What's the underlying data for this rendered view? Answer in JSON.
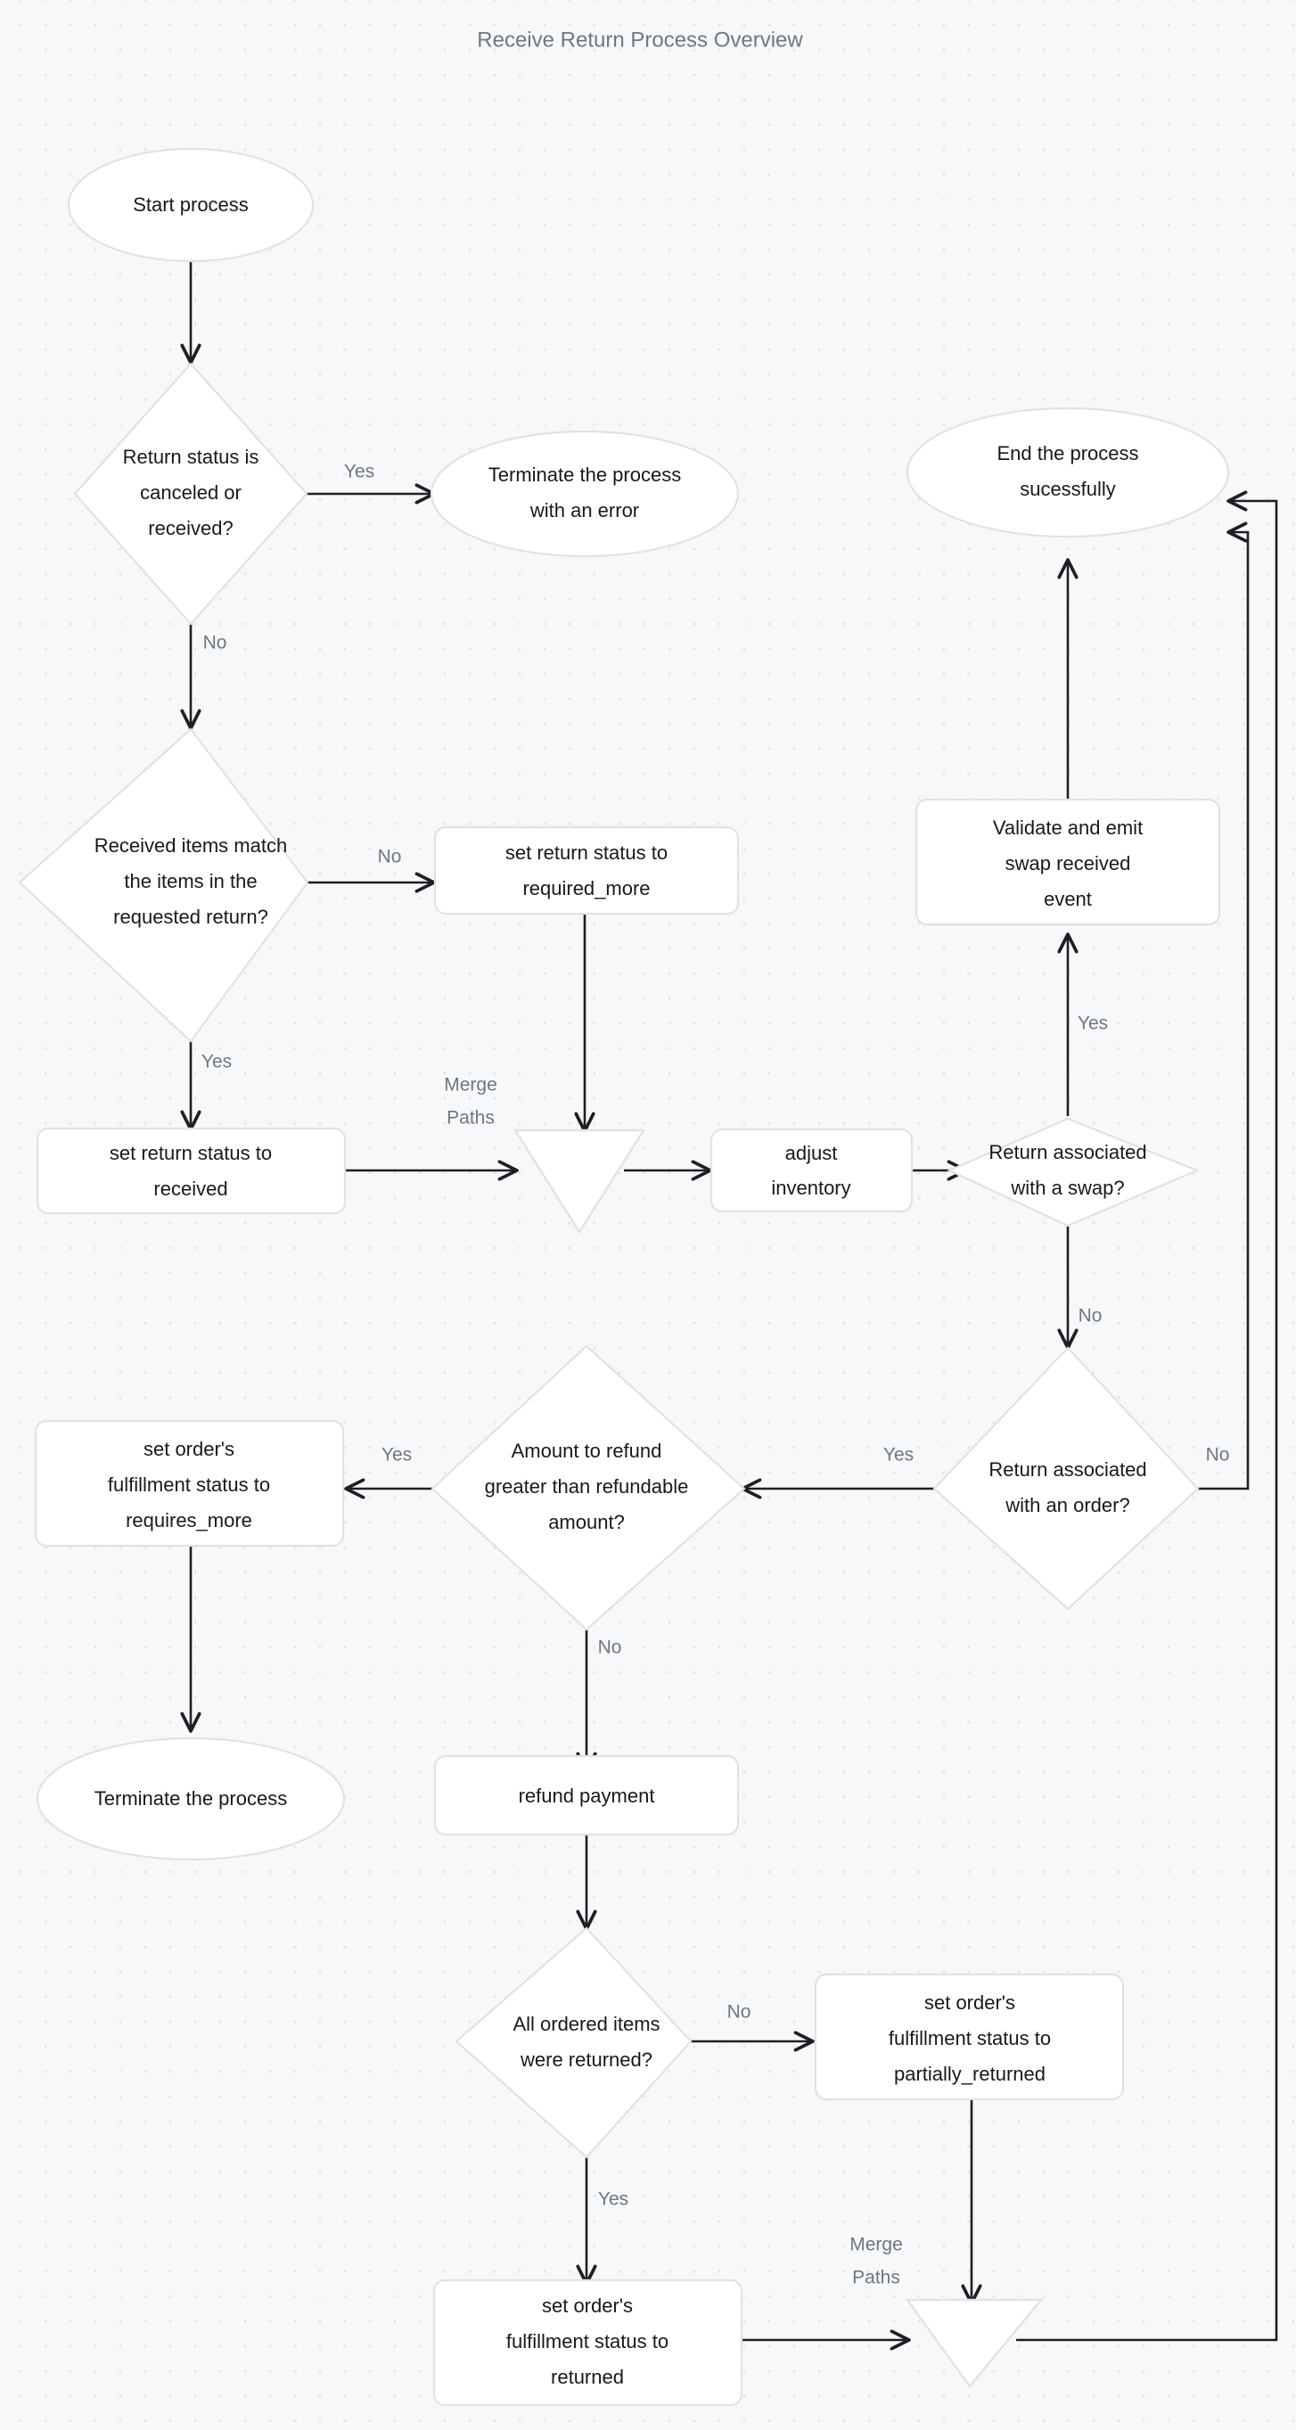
{
  "title": "Receive Return Process Overview",
  "colors": {
    "background": "#f6f8f9",
    "grid_dot": "#e3e6ea",
    "node_fill": "#ffffff",
    "node_border": "#e0e2e6",
    "node_text": "#17191c",
    "edge": "#1c1f23",
    "edge_label": "#6f7782",
    "title": "#6f7782"
  },
  "chart_data": {
    "type": "flowchart",
    "title": "Receive Return Process Overview",
    "nodes": [
      {
        "id": "start",
        "label": "Start process",
        "shape": "ellipse"
      },
      {
        "id": "status_check",
        "label": "Return status is canceled or received?",
        "shape": "diamond"
      },
      {
        "id": "terminate_error",
        "label": "Terminate the process with an error",
        "shape": "ellipse"
      },
      {
        "id": "end_success",
        "label": "End the process sucessfully",
        "shape": "ellipse"
      },
      {
        "id": "items_match",
        "label": "Received items match the items in the requested return?",
        "shape": "diamond"
      },
      {
        "id": "set_required_more",
        "label": "set return status to required_more",
        "shape": "process"
      },
      {
        "id": "validate_swap",
        "label": "Validate and emit swap received event",
        "shape": "process"
      },
      {
        "id": "set_received",
        "label": "set return status to received",
        "shape": "process"
      },
      {
        "id": "merge_1",
        "label": "Merge Paths",
        "shape": "merge"
      },
      {
        "id": "adjust_inventory",
        "label": "adjust inventory",
        "shape": "process"
      },
      {
        "id": "swap_assoc",
        "label": "Return associated with a swap?",
        "shape": "diamond"
      },
      {
        "id": "requires_more",
        "label": "set order's fulfillment status to requires_more",
        "shape": "process"
      },
      {
        "id": "refund_gt",
        "label": "Amount to refund greater than refundable amount?",
        "shape": "diamond"
      },
      {
        "id": "order_assoc",
        "label": "Return associated with an order?",
        "shape": "diamond"
      },
      {
        "id": "terminate",
        "label": "Terminate the process",
        "shape": "ellipse"
      },
      {
        "id": "refund_payment",
        "label": "refund payment",
        "shape": "process"
      },
      {
        "id": "all_returned",
        "label": "All ordered items were returned?",
        "shape": "diamond"
      },
      {
        "id": "partially",
        "label": "set order's fulfillment status to partially_returned",
        "shape": "process"
      },
      {
        "id": "returned",
        "label": "set order's fulfillment status to returned",
        "shape": "process"
      },
      {
        "id": "merge_2",
        "label": "Merge Paths",
        "shape": "merge"
      }
    ],
    "edges": [
      {
        "from": "start",
        "to": "status_check",
        "label": ""
      },
      {
        "from": "status_check",
        "to": "terminate_error",
        "label": "Yes"
      },
      {
        "from": "status_check",
        "to": "items_match",
        "label": "No"
      },
      {
        "from": "items_match",
        "to": "set_required_more",
        "label": "No"
      },
      {
        "from": "items_match",
        "to": "set_received",
        "label": "Yes"
      },
      {
        "from": "set_required_more",
        "to": "merge_1",
        "label": ""
      },
      {
        "from": "set_received",
        "to": "merge_1",
        "label": ""
      },
      {
        "from": "merge_1",
        "to": "adjust_inventory",
        "label": ""
      },
      {
        "from": "adjust_inventory",
        "to": "swap_assoc",
        "label": ""
      },
      {
        "from": "swap_assoc",
        "to": "validate_swap",
        "label": "Yes"
      },
      {
        "from": "swap_assoc",
        "to": "order_assoc",
        "label": "No"
      },
      {
        "from": "validate_swap",
        "to": "end_success",
        "label": ""
      },
      {
        "from": "order_assoc",
        "to": "refund_gt",
        "label": "Yes"
      },
      {
        "from": "order_assoc",
        "to": "end_success",
        "label": "No"
      },
      {
        "from": "refund_gt",
        "to": "requires_more",
        "label": "Yes"
      },
      {
        "from": "refund_gt",
        "to": "refund_payment",
        "label": "No"
      },
      {
        "from": "requires_more",
        "to": "terminate",
        "label": ""
      },
      {
        "from": "refund_payment",
        "to": "all_returned",
        "label": ""
      },
      {
        "from": "all_returned",
        "to": "partially",
        "label": "No"
      },
      {
        "from": "all_returned",
        "to": "returned",
        "label": "Yes"
      },
      {
        "from": "partially",
        "to": "merge_2",
        "label": ""
      },
      {
        "from": "returned",
        "to": "merge_2",
        "label": ""
      },
      {
        "from": "merge_2",
        "to": "end_success",
        "label": ""
      }
    ],
    "edge_labels": [
      "Yes",
      "No",
      "Merge Paths"
    ]
  },
  "nodes": {
    "start": {
      "line1": "Start process"
    },
    "status_check": {
      "line1": "Return status is",
      "line2": "canceled or",
      "line3": "received?"
    },
    "terminate_error": {
      "line1": "Terminate the process",
      "line2": "with an error"
    },
    "end_success": {
      "line1": "End the process",
      "line2": "sucessfully"
    },
    "items_match": {
      "line1": "Received items match",
      "line2": "the items in the",
      "line3": "requested return?"
    },
    "set_required_more": {
      "line1": "set return status to",
      "line2": "required_more"
    },
    "validate_swap": {
      "line1": "Validate and emit",
      "line2": "swap received",
      "line3": "event"
    },
    "set_received": {
      "line1": "set return status to",
      "line2": "received"
    },
    "adjust_inventory": {
      "line1": "adjust",
      "line2": "inventory"
    },
    "swap_assoc": {
      "line1": "Return associated",
      "line2": "with a swap?"
    },
    "requires_more": {
      "line1": "set order's",
      "line2": "fulfillment status to",
      "line3": "requires_more"
    },
    "refund_gt": {
      "line1": "Amount to refund",
      "line2": "greater than refundable",
      "line3": "amount?"
    },
    "order_assoc": {
      "line1": "Return associated",
      "line2": "with an order?"
    },
    "terminate": {
      "line1": "Terminate the process"
    },
    "refund_payment": {
      "line1": "refund payment"
    },
    "all_returned": {
      "line1": "All ordered items",
      "line2": "were returned?"
    },
    "partially": {
      "line1": "set order's",
      "line2": "fulfillment status to",
      "line3": "partially_returned"
    },
    "returned": {
      "line1": "set order's",
      "line2": "fulfillment status to",
      "line3": "returned"
    },
    "merge_1": {
      "line1": "Merge",
      "line2": "Paths"
    },
    "merge_2": {
      "line1": "Merge",
      "line2": "Paths"
    }
  },
  "labels": {
    "yes_status": "Yes",
    "no_status": "No",
    "no_items": "No",
    "yes_items": "Yes",
    "yes_swap": "Yes",
    "no_swap": "No",
    "yes_order": "Yes",
    "no_order": "No",
    "yes_refund": "Yes",
    "no_refund": "No",
    "no_allreturned": "No",
    "yes_allreturned": "Yes"
  }
}
